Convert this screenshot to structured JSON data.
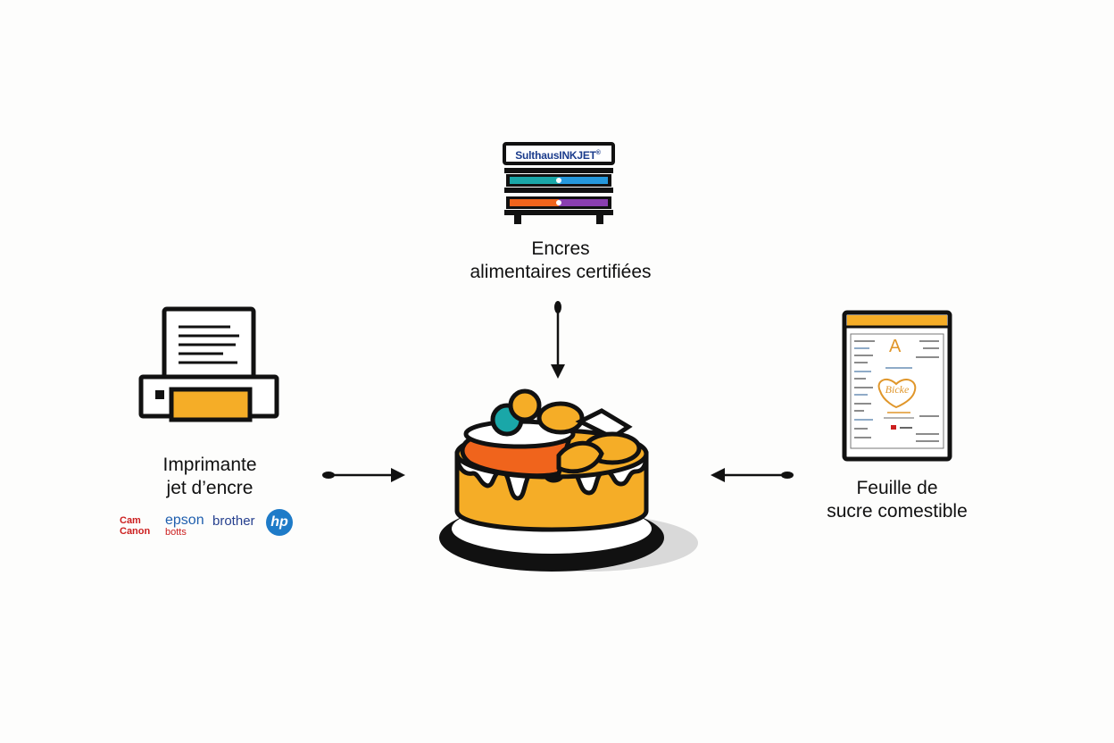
{
  "colors": {
    "accent_orange": "#f5ad27",
    "accent_red_orange": "#f0641c",
    "outline": "#111111",
    "teal": "#1aa7a8",
    "blue": "#2598dc",
    "purple": "#8a3fb0",
    "canon_red": "#cc1f1f",
    "epson_blue": "#1f5fae",
    "brother_blue": "#253f8e",
    "hp_blue": "#1e7bc8"
  },
  "ink": {
    "box_brand": "SulthausINKJET",
    "box_brand_mark": "®",
    "label_line1": "Encres",
    "label_line2": "alimentaires certifiées"
  },
  "printer": {
    "label_line1": "Imprimante",
    "label_line2": "jet d’encre",
    "brands": {
      "canon_top": "Cam",
      "canon_bottom": "Canon",
      "epson_top": "epson",
      "epson_bottom": "botts",
      "brother": "brother",
      "hp": "hp"
    }
  },
  "sheet": {
    "label_line1": "Feuille de",
    "label_line2": "sucre comestible",
    "preview_letter": "A",
    "preview_heart_text": "Bicke"
  },
  "center": {
    "icon": "cake-icon"
  }
}
